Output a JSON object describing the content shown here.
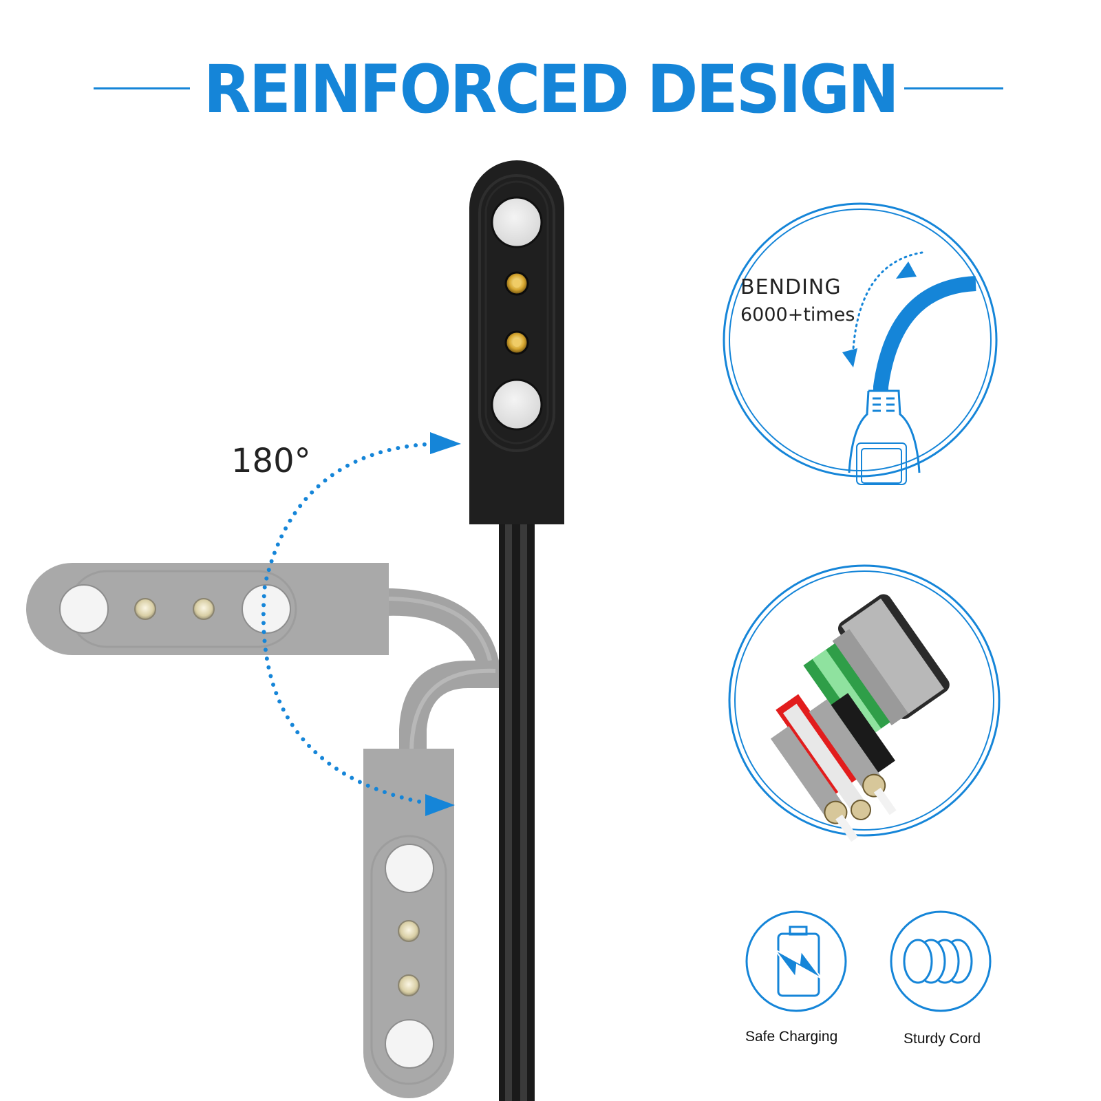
{
  "header": {
    "title": "REINFORCED DESIGN",
    "accent_color": "#1585d8"
  },
  "rotation": {
    "angle_label": "180°"
  },
  "features": {
    "bending": {
      "title": "BENDING",
      "subtitle": "6000+times",
      "icon": "bending-cable-icon"
    },
    "cable_core": {
      "icon": "cable-cross-section-image"
    },
    "badges": [
      {
        "label": "Safe Charging",
        "icon": "battery-lightning-icon"
      },
      {
        "label": "Sturdy Cord",
        "icon": "coil-rings-icon"
      }
    ]
  },
  "connector": {
    "pins": [
      "magnet",
      "pogo-pin",
      "pogo-pin",
      "magnet"
    ],
    "body_color": "#1c1c1c",
    "ghost_color": "#a9a9a9"
  }
}
